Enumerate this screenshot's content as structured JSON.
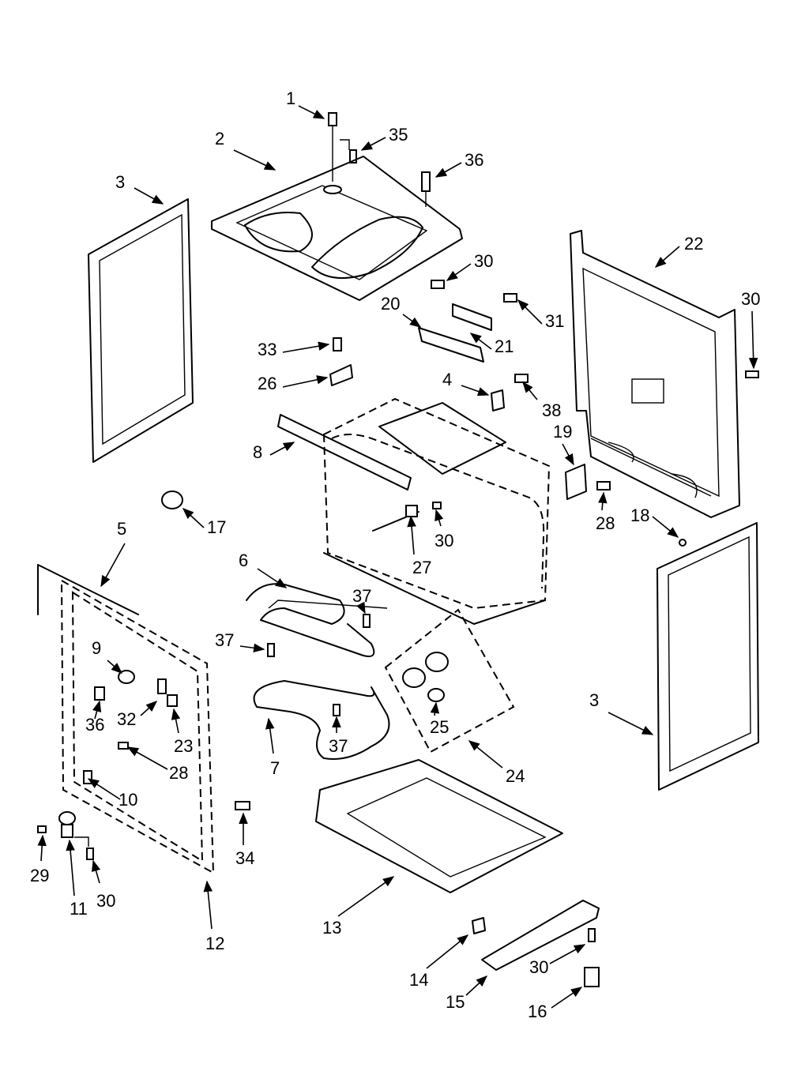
{
  "callouts": [
    {
      "num": "1"
    },
    {
      "num": "2"
    },
    {
      "num": "3"
    },
    {
      "num": "35"
    },
    {
      "num": "36"
    },
    {
      "num": "30"
    },
    {
      "num": "22"
    },
    {
      "num": "20"
    },
    {
      "num": "31"
    },
    {
      "num": "30"
    },
    {
      "num": "21"
    },
    {
      "num": "33"
    },
    {
      "num": "26"
    },
    {
      "num": "4"
    },
    {
      "num": "38"
    },
    {
      "num": "8"
    },
    {
      "num": "19"
    },
    {
      "num": "17"
    },
    {
      "num": "30"
    },
    {
      "num": "28"
    },
    {
      "num": "18"
    },
    {
      "num": "27"
    },
    {
      "num": "5"
    },
    {
      "num": "6"
    },
    {
      "num": "37"
    },
    {
      "num": "37"
    },
    {
      "num": "9"
    },
    {
      "num": "32"
    },
    {
      "num": "23"
    },
    {
      "num": "36"
    },
    {
      "num": "25"
    },
    {
      "num": "3"
    },
    {
      "num": "37"
    },
    {
      "num": "28"
    },
    {
      "num": "7"
    },
    {
      "num": "24"
    },
    {
      "num": "10"
    },
    {
      "num": "34"
    },
    {
      "num": "29"
    },
    {
      "num": "11"
    },
    {
      "num": "30"
    },
    {
      "num": "12"
    },
    {
      "num": "13"
    },
    {
      "num": "14"
    },
    {
      "num": "30"
    },
    {
      "num": "15"
    },
    {
      "num": "16"
    }
  ]
}
